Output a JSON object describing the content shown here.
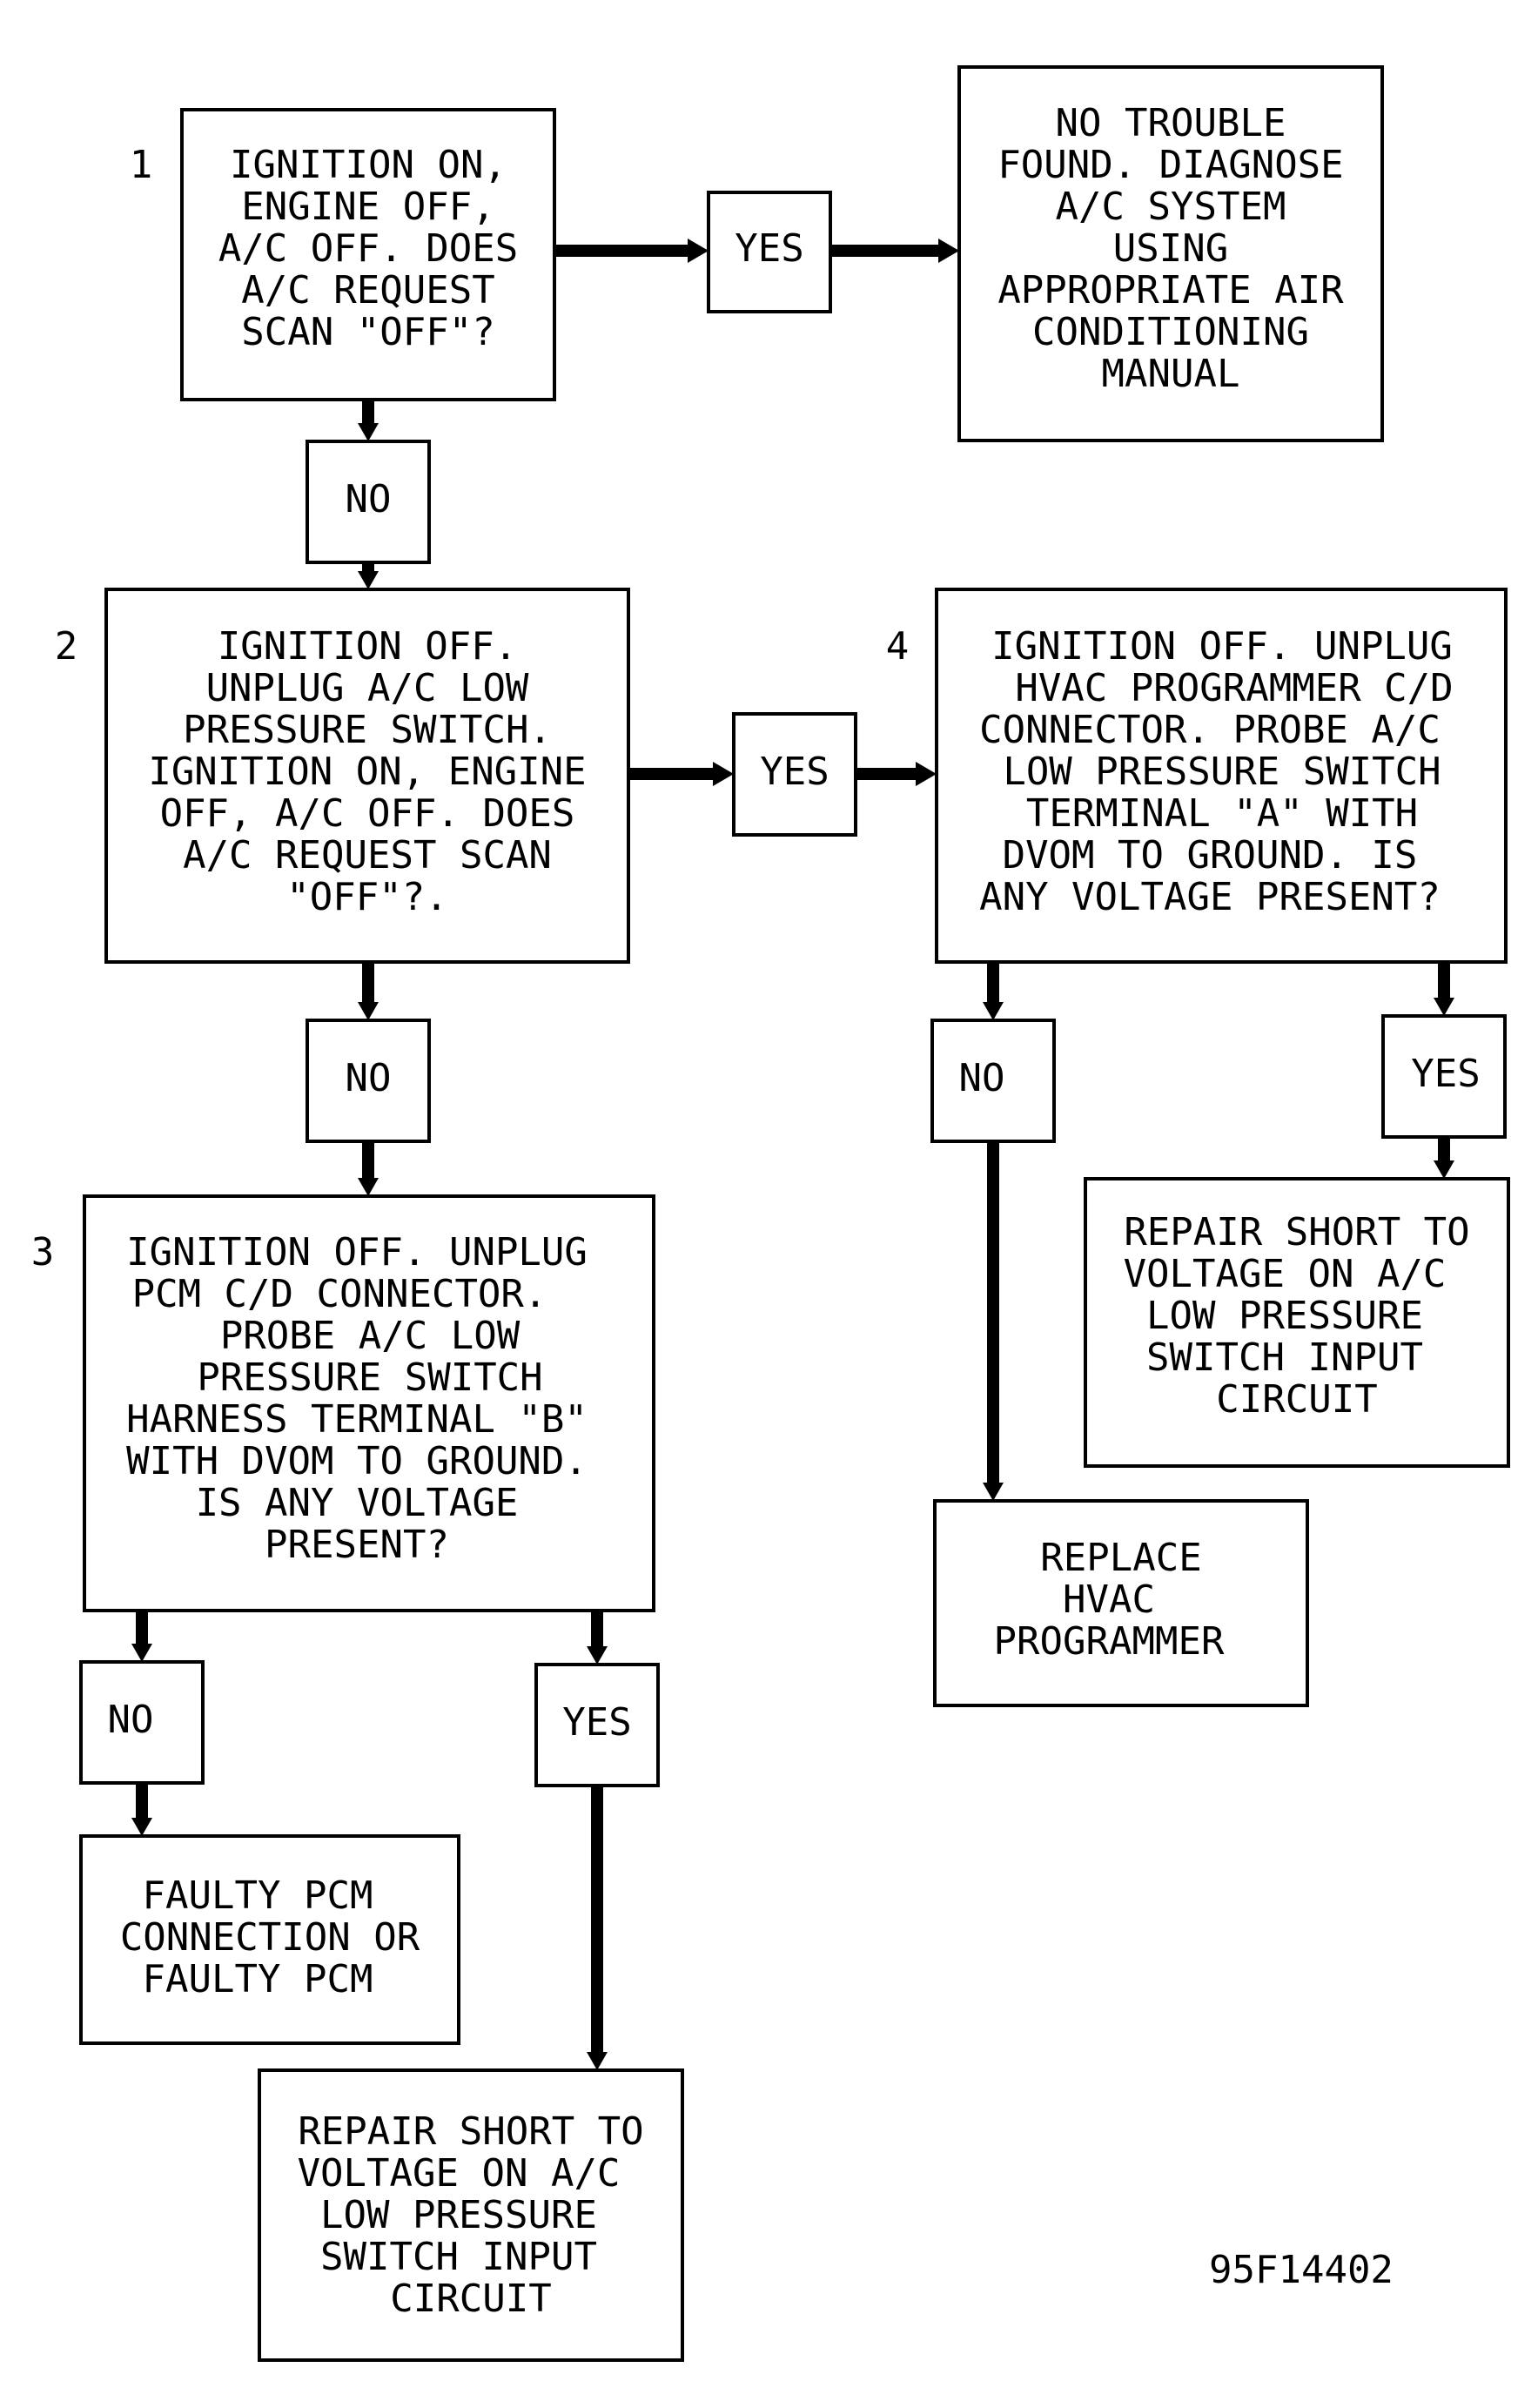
{
  "steps": [
    {
      "number": "1",
      "lines": [
        "IGNITION ON,",
        "ENGINE OFF,",
        "A/C OFF. DOES",
        "A/C REQUEST",
        "SCAN \"OFF\"?"
      ]
    },
    {
      "number": "2",
      "lines": [
        "IGNITION OFF.",
        "UNPLUG A/C LOW",
        "PRESSURE SWITCH.",
        "IGNITION ON, ENGINE",
        "OFF, A/C OFF. DOES",
        "A/C REQUEST SCAN",
        "\"OFF\"?."
      ]
    },
    {
      "number": "3",
      "lines": [
        "IGNITION OFF. UNPLUG",
        "PCM C/D CONNECTOR.",
        "PROBE A/C LOW",
        "PRESSURE SWITCH",
        "HARNESS TERMINAL \"B\"",
        "WITH DVOM TO GROUND.",
        "IS ANY VOLTAGE",
        "PRESENT?"
      ]
    },
    {
      "number": "4",
      "lines": [
        "IGNITION OFF. UNPLUG",
        "HVAC PROGRAMMER C/D",
        "CONNECTOR. PROBE A/C",
        "LOW PRESSURE SWITCH",
        "TERMINAL \"A\" WITH",
        "DVOM TO GROUND. IS",
        "ANY VOLTAGE PRESENT?"
      ]
    }
  ],
  "results": {
    "no_trouble": [
      "NO TROUBLE",
      "FOUND. DIAGNOSE",
      "A/C SYSTEM",
      "USING",
      "APPROPRIATE AIR",
      "CONDITIONING",
      "MANUAL"
    ],
    "faulty_pcm": [
      "FAULTY PCM",
      "CONNECTION OR",
      "FAULTY PCM"
    ],
    "repair_short_step3": [
      "REPAIR SHORT TO",
      "VOLTAGE ON A/C",
      "LOW PRESSURE",
      "SWITCH INPUT",
      "CIRCUIT"
    ],
    "repair_short_step4": [
      "REPAIR SHORT TO",
      "VOLTAGE ON A/C",
      "LOW PRESSURE",
      "SWITCH INPUT",
      "CIRCUIT"
    ],
    "replace_hvac": [
      "REPLACE",
      "HVAC",
      "PROGRAMMER"
    ]
  },
  "labels": {
    "yes": "YES",
    "no": "NO"
  },
  "figure_code": "95F14402"
}
